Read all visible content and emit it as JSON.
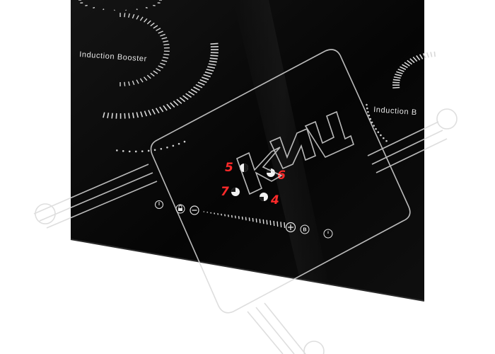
{
  "hob": {
    "left_zone": {
      "label": "Induction  Booster"
    },
    "right_zone": {
      "label": "Induction  B"
    },
    "zone_displays": [
      {
        "position": "top-left",
        "digit": "5"
      },
      {
        "position": "top-right",
        "digit": "6"
      },
      {
        "position": "bottom-left",
        "digit": "7"
      },
      {
        "position": "bottom-right",
        "digit": "4"
      }
    ],
    "controls": {
      "power": "power-icon",
      "lock": "lock-icon",
      "minus": "minus-icon",
      "plus": "plus-icon",
      "booster": "B",
      "timer": "timer-icon"
    }
  },
  "colors": {
    "glass": "#0b0b0b",
    "display": "#ff2a2a",
    "print": "#e6e6e6",
    "watermark": "#d9d9d9"
  },
  "watermark": {
    "text": "КИЦ",
    "style": "outline"
  }
}
